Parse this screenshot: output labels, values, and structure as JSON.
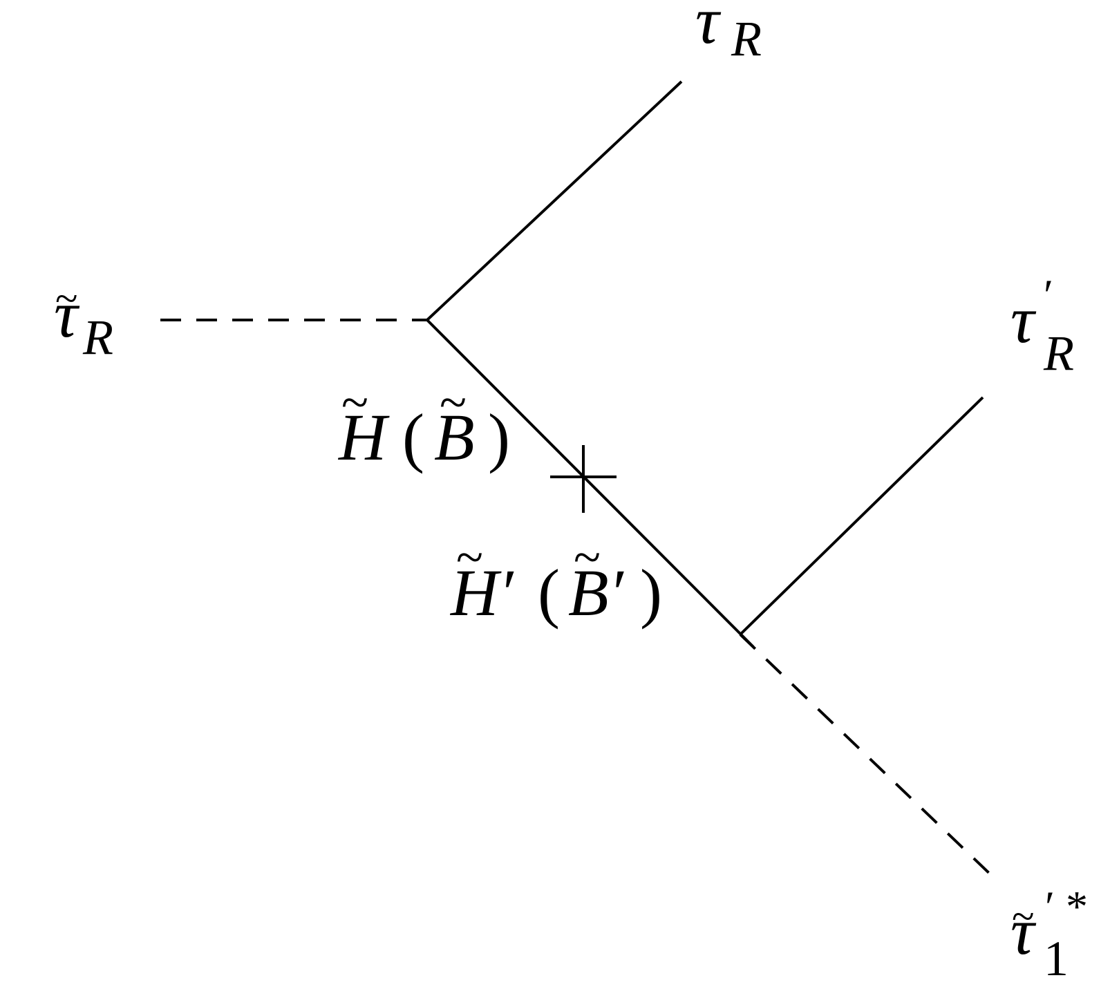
{
  "diagram": {
    "labels": {
      "incoming_stau": {
        "base": "τ",
        "tilde": "~",
        "sub": "R",
        "sup": ""
      },
      "outgoing_tau": {
        "base": "τ",
        "tilde": "",
        "sub": "R",
        "sup": ""
      },
      "outgoing_tau_prime": {
        "base": "τ",
        "tilde": "",
        "sub": "R",
        "sup": "′"
      },
      "outgoing_stau_prime": {
        "base": "τ",
        "tilde": "~",
        "sub": "1",
        "sup": "′ *"
      },
      "propagator_upper": {
        "main": "H",
        "open": "(",
        "inner": "B",
        "close": ")",
        "tilde": "~"
      },
      "propagator_lower": {
        "main": "H′",
        "open": "(",
        "inner": "B′",
        "close": ")",
        "tilde": "~"
      }
    },
    "colors": {
      "lines": "#000000",
      "text": "#000000",
      "background": "#ffffff"
    }
  }
}
